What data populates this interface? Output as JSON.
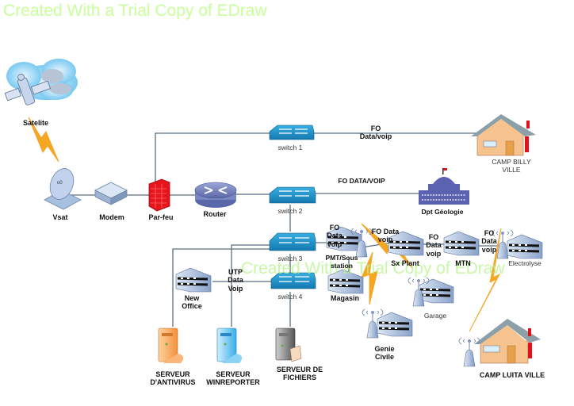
{
  "watermark": {
    "top": "Created With a Trial Copy of EDraw",
    "middle": "Created With a Trial Copy of EDraw"
  },
  "nodes": {
    "satellite": "Satelite",
    "vsat": "Vsat",
    "modem": "Modem",
    "firewall": "Par-feu",
    "router": "Router",
    "switch1": "switch 1",
    "switch2": "switch 2",
    "switch3": "switch 3",
    "switch4": "switch 4",
    "camp_billy": "CAMP BILLY\nVILLE",
    "dpt_geologie": "Dpt Géologie",
    "pmt": "PMT/Sous\nstation",
    "sx_plant": "Sx Plant",
    "mtn": "MTN",
    "electrolyse": "Electrolyse",
    "magasin": "Magasin",
    "garage": "Garage",
    "genie_civile": "Genie\nCivile",
    "camp_luita": "CAMP LUITA VILLE",
    "new_office": "New\nOffice",
    "srv_antivirus": "SERVEUR\nD'ANTIVIRUS",
    "srv_winreporter": "SERVEUR\nWINREPORTER",
    "srv_fichiers": "SERVEUR DE\nFICHIERS"
  },
  "links": {
    "sw1_camp": "FO\nData/voip",
    "sw2_dpt": "FO DATA/VOIP",
    "sw3_pmt": "FO\nData\nvoip",
    "pmt_sx": "FO Data\nvoip",
    "sx_mtn": "FO\nData\nvoip",
    "mtn_electro": "FO\nData\nvoip",
    "sw4_office": "UTP\nData\nVoip"
  },
  "colors": {
    "line": "#5a6f80",
    "wireless": "#f5a623",
    "firewall": "#e8141c",
    "switch": "#1f8fc6",
    "watermark": "#c8ff9a"
  }
}
